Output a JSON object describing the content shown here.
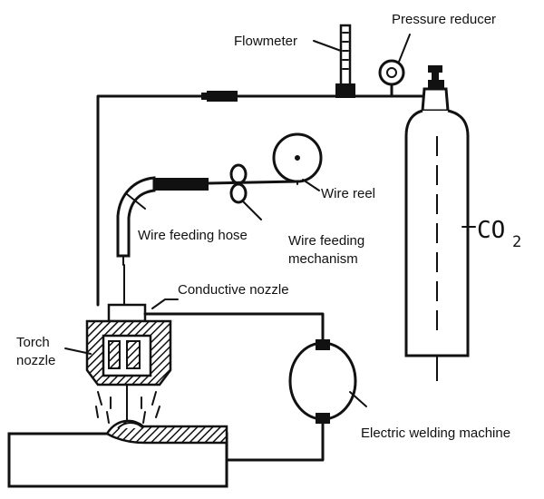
{
  "labels": {
    "flowmeter": "Flowmeter",
    "pressure_reducer": "Pressure reducer",
    "wire_reel": "Wire reel",
    "wire_feeding_hose": "Wire feeding hose",
    "wire_feeding_mechanism_line1": "Wire feeding",
    "wire_feeding_mechanism_line2": "mechanism",
    "conductive_nozzle": "Conductive nozzle",
    "torch_nozzle_line1": "Torch",
    "torch_nozzle_line2": "nozzle",
    "electric_welding_machine": "Electric welding machine",
    "gas_cylinder_main": "CO",
    "gas_cylinder_sub": "2"
  },
  "colors": {
    "ink": "#111111",
    "background": "#ffffff"
  }
}
